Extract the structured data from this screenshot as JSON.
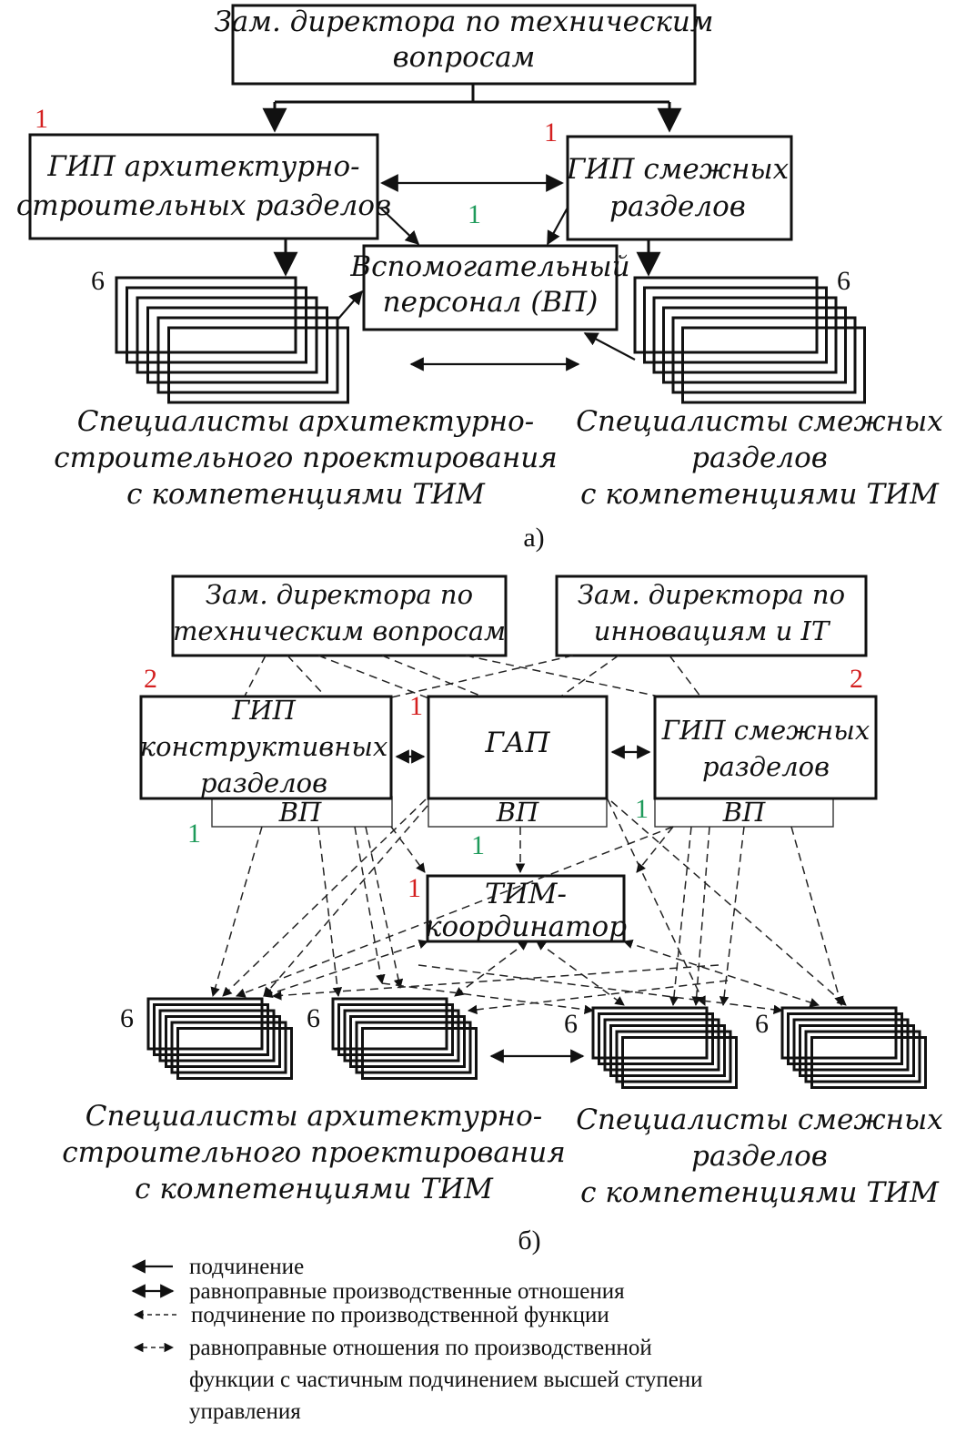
{
  "diagram_a": {
    "caption": "а)",
    "top": {
      "line1": "Зам. директора по техническим",
      "line2": "вопросам"
    },
    "gip_arch": {
      "line1": "ГИП  архитектурно-",
      "line2": "строительных разделов",
      "count": "1"
    },
    "gip_adj": {
      "line1": "ГИП смежных",
      "line2": "разделов",
      "count": "1"
    },
    "vp": {
      "line1": "Вспомогательный",
      "line2": "персонал (ВП)",
      "count": "1"
    },
    "spec_arch": {
      "count": "6",
      "line1": "Специалисты архитектурно-",
      "line2": "строительного проектирования",
      "line3": "с компетенциями ТИМ"
    },
    "spec_adj": {
      "count": "6",
      "line1": "Специалисты смежных",
      "line2": "разделов",
      "line3": "с компетенциями ТИМ"
    }
  },
  "diagram_b": {
    "caption": "б)",
    "deputy_tech": {
      "line1": "Зам. директора по",
      "line2": "техническим вопросам"
    },
    "deputy_it": {
      "line1": "Зам. директора по",
      "line2": "инновациям и IT"
    },
    "gip_constr": {
      "line1": "ГИП",
      "line2": "конструктивных",
      "line3": "разделов",
      "count": "2",
      "vp": "ВП",
      "vp_count": "1"
    },
    "gap": {
      "label": "ГАП",
      "count": "1",
      "vp": "ВП",
      "vp_count": "1"
    },
    "gip_adj": {
      "line1": "ГИП смежных",
      "line2": "разделов",
      "count": "2",
      "vp": "ВП",
      "vp_count": "1"
    },
    "tim": {
      "line1": "ТИМ-",
      "line2": "координатор",
      "count": "1"
    },
    "stacks": [
      {
        "count": "6"
      },
      {
        "count": "6"
      },
      {
        "count": "6"
      },
      {
        "count": "6"
      }
    ],
    "spec_arch": {
      "line1": "Специалисты архитектурно-",
      "line2": "строительного проектирования",
      "line3": "с компетенциями ТИМ"
    },
    "spec_adj": {
      "line1": "Специалисты смежных",
      "line2": "разделов",
      "line3": "с компетенциями ТИМ"
    }
  },
  "legend": {
    "items": [
      {
        "symbol": "solid-arrow-left",
        "label": "подчинение"
      },
      {
        "symbol": "solid-arrow-both",
        "label": "равноправные производственные отношения"
      },
      {
        "symbol": "dashed-arrow-left",
        "label": "подчинение по производственной функции"
      },
      {
        "symbol": "dashed-arrow-both",
        "label": "равноправные отношения по производственной",
        "label_cont1": "функции с частичным подчинением высшей ступени",
        "label_cont2": "управления"
      }
    ]
  },
  "colors": {
    "count_red": "#d42020",
    "count_green": "#1e9a5a",
    "line": "#111111"
  }
}
